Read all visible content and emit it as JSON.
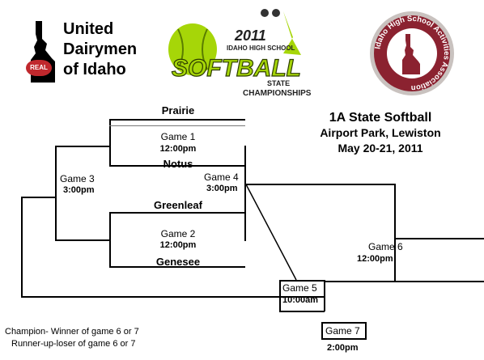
{
  "sponsor": {
    "line1": "United",
    "line2": "Dairymen",
    "line3": "of Idaho",
    "badge": "REAL"
  },
  "event_logo": {
    "year": "2011",
    "school": "IDAHO HIGH SCHOOL",
    "sport": "SOFTBALL",
    "state": "STATE",
    "champs": "CHAMPIONSHIPS"
  },
  "association_logo": {
    "text": "Idaho High School Activities Association"
  },
  "header": {
    "title": "1A State Softball",
    "venue": "Airport Park, Lewiston",
    "dates": "May 20-21, 2011"
  },
  "games": {
    "g1": {
      "label": "Game 1",
      "time": "12:00pm"
    },
    "g2": {
      "label": "Game 2",
      "time": "12:00pm"
    },
    "g3": {
      "label": "Game 3",
      "time": "3:00pm"
    },
    "g4": {
      "label": "Game 4",
      "time": "3:00pm"
    },
    "g5": {
      "label": "Game 5",
      "time": "10:00am"
    },
    "g6": {
      "label": "Game 6",
      "time": "12:00pm"
    },
    "g7": {
      "label": "Game 7",
      "time": "2:00pm"
    }
  },
  "teams": {
    "t1": "Prairie",
    "t2": "Notus",
    "t3": "Greenleaf",
    "t4": "Genesee"
  },
  "notes": {
    "champion": "Champion- Winner of game 6 or 7",
    "runnerup": "Runner-up-loser of game 6 or 7"
  },
  "colors": {
    "real_red": "#c0282d",
    "softball_green": "#a6d608",
    "ihs_maroon": "#8b2230"
  }
}
